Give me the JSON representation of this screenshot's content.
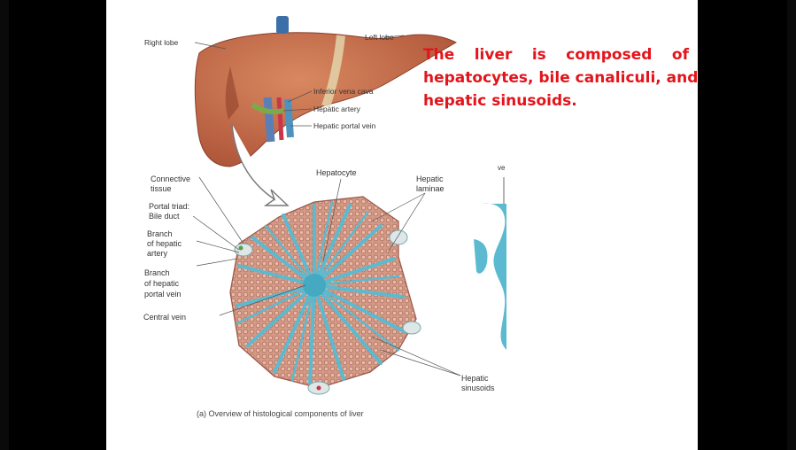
{
  "slide": {
    "headline": {
      "words_line1": [
        "The",
        "liver",
        "is",
        "composed",
        "of"
      ],
      "line2": "hepatocytes, bile canaliculi, and",
      "line3": "hepatic sinusoids."
    },
    "labels": {
      "right_lobe": "Right lobe",
      "left_lobe": "Left lobe",
      "ivc": "Inferior vena cava",
      "hepatic_artery": "Hepatic artery",
      "hepatic_portal_vein": "Hepatic portal vein",
      "connective_1": "Connective",
      "connective_2": "tissue",
      "portal_triad": "Portal triad:",
      "bile_duct": "Bile duct",
      "branch_artery_1": "Branch",
      "branch_artery_2": "of hepatic",
      "branch_artery_3": "artery",
      "branch_portal_1": "Branch",
      "branch_portal_2": "of hepatic",
      "branch_portal_3": "portal vein",
      "central_vein": "Central vein",
      "hepatocyte": "Hepatocyte",
      "laminae_1": "Hepatic",
      "laminae_2": "laminae",
      "sinusoids_1": "Hepatic",
      "sinusoids_2": "sinusoids",
      "ve_fragment": "ve",
      "caption": "(a) Overview of histological components of liver"
    },
    "colors": {
      "headline": "#e3141b",
      "liver": "#c9714a",
      "sinusoid": "#5bbad0",
      "hepatocyte": "#d9a08e"
    }
  }
}
